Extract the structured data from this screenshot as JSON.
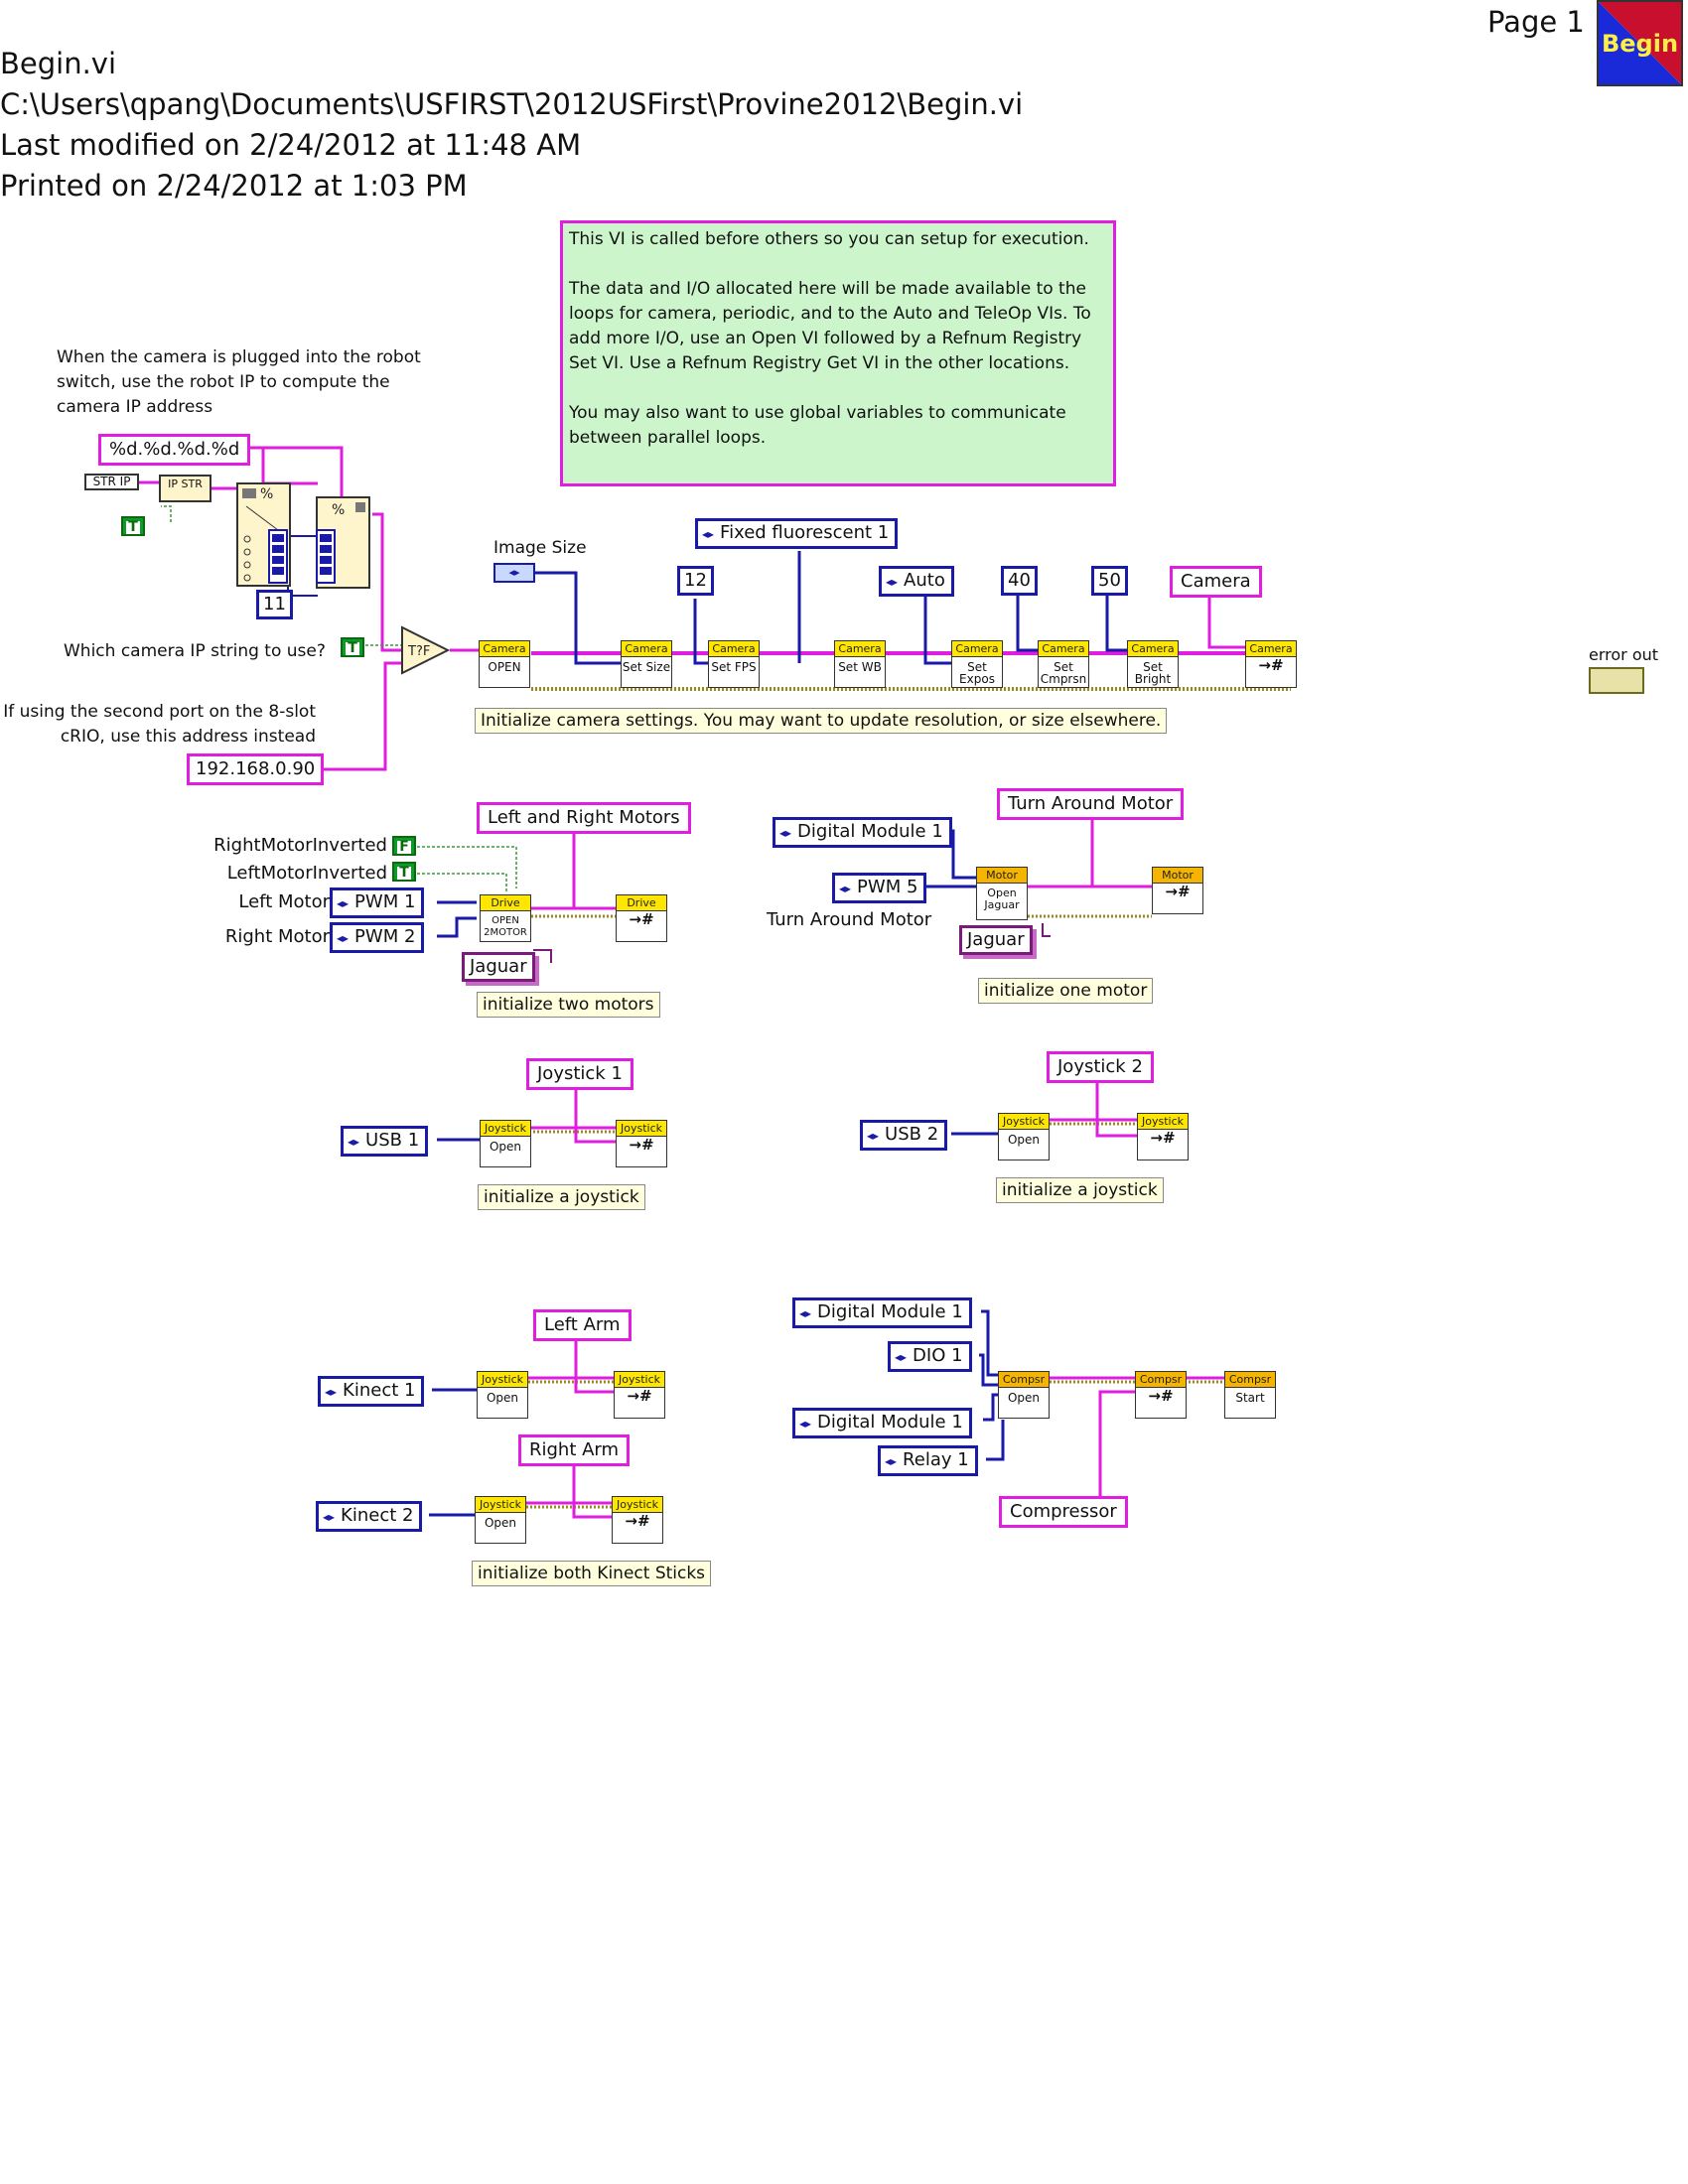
{
  "header": {
    "vi_name": "Begin.vi",
    "path": "C:\\Users\\qpang\\Documents\\USFIRST\\2012USFirst\\Provine2012\\Begin.vi",
    "modified": "Last modified on 2/24/2012 at 11:48 AM",
    "printed": "Printed on 2/24/2012 at 1:03 PM",
    "page": "Page 1",
    "icon_label": "Begin"
  },
  "note": {
    "p1": "This VI is called before others so you can setup for execution.",
    "p2": "The data and I/O allocated here will be made available to the loops for camera, periodic, and to the Auto and TeleOp VIs. To add more I/O, use an Open VI followed by a Refnum Registry Set VI.  Use a Refnum Registry Get VI in the other locations.",
    "p3": "You may also want to use global variables to communicate between parallel loops."
  },
  "camera_ip": {
    "comment": "When the camera is plugged into the robot switch, use the robot IP to compute the camera IP address",
    "format": "%d.%d.%d.%d",
    "str_ip": "STR IP",
    "ip_str": "IP STR",
    "octet": "11",
    "which_label": "Which camera IP string to use?",
    "second_port_label": "If using the second port on the 8-slot cRIO, use this address instead",
    "alt_ip": "192.168.0.90",
    "true_const": "T"
  },
  "camera": {
    "image_size_label": "Image Size",
    "fps": "12",
    "white_balance": "Fixed fluorescent 1",
    "exposure": "Auto",
    "compression": "40",
    "brightness": "50",
    "registry_name": "Camera",
    "comment": "Initialize camera settings. You may want to update resolution, or size elsewhere.",
    "vis": [
      {
        "top": "Camera",
        "bottom": "OPEN"
      },
      {
        "top": "Camera",
        "bottom": "Set Size"
      },
      {
        "top": "Camera",
        "bottom": "Set FPS"
      },
      {
        "top": "Camera",
        "bottom": "Set WB"
      },
      {
        "top": "Camera",
        "bottom": "Set Expos"
      },
      {
        "top": "Camera",
        "bottom": "Set Cmprsn"
      },
      {
        "top": "Camera",
        "bottom": "Set Bright"
      },
      {
        "top": "Camera",
        "bottom": "→#"
      }
    ],
    "error_out": "error out"
  },
  "drive": {
    "registry_name": "Left and Right Motors",
    "right_inverted_label": "RightMotorInverted",
    "left_inverted_label": "LeftMotorInverted",
    "false_const": "F",
    "true_const": "T",
    "left_label": "Left Motor",
    "right_label": "Right Motor",
    "left_pwm": "PWM 1",
    "right_pwm": "PWM 2",
    "motor_type": "Jaguar",
    "open_top": "Drive",
    "open_bottom": "OPEN 2MOTOR",
    "set_top": "Drive",
    "comment": "initialize two motors"
  },
  "turn_motor": {
    "registry_name": "Turn Around Motor",
    "module": "Digital Module 1",
    "pwm": "PWM 5",
    "label": "Turn Around Motor",
    "motor_type": "Jaguar",
    "open_top": "Motor",
    "open_bottom": "Open Jaguar",
    "set_top": "Motor",
    "comment": "initialize one motor"
  },
  "joystick1": {
    "registry_name": "Joystick 1",
    "port": "USB 1",
    "open_top": "Joystick",
    "open_bottom": "Open",
    "set_top": "Joystick",
    "comment": "initialize a joystick"
  },
  "joystick2": {
    "registry_name": "Joystick 2",
    "port": "USB 2",
    "open_top": "Joystick",
    "open_bottom": "Open",
    "set_top": "Joystick",
    "comment": "initialize a joystick"
  },
  "kinect": {
    "left_name": "Left Arm",
    "right_name": "Right Arm",
    "port1": "Kinect 1",
    "port2": "Kinect 2",
    "open_top": "Joystick",
    "open_bottom": "Open",
    "set_top": "Joystick",
    "comment": "initialize both Kinect Sticks"
  },
  "compressor": {
    "module1": "Digital Module 1",
    "dio": "DIO 1",
    "module2": "Digital Module 1",
    "relay": "Relay 1",
    "registry_name": "Compressor",
    "open_top": "Compsr",
    "open_bottom": "Open",
    "set_top": "Compsr",
    "start_top": "Compsr",
    "start_bottom": "Start"
  }
}
